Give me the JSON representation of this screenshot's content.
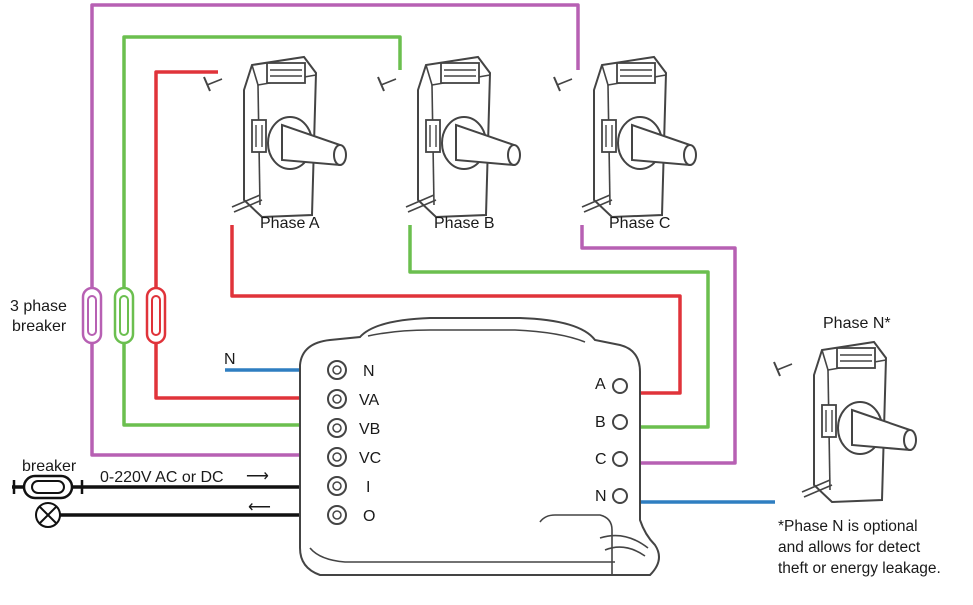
{
  "colors": {
    "purple": "#b760b3",
    "green": "#6bbf4f",
    "red": "#e0333a",
    "blue": "#2f7ec1",
    "black": "#111111",
    "outline": "#444444"
  },
  "ct_labels": {
    "a": "Phase A",
    "b": "Phase B",
    "c": "Phase C",
    "n": "Phase N*"
  },
  "breaker3": {
    "line1": "3 phase",
    "line2": "breaker"
  },
  "n_wire_label": "N",
  "left_terminals": [
    "N",
    "VA",
    "VB",
    "VC",
    "I",
    "O"
  ],
  "right_terminals": [
    "A",
    "B",
    "C",
    "N"
  ],
  "load_breaker_label": "breaker",
  "supply_label": "0-220V AC or DC",
  "arrow_right": "⟶",
  "arrow_left": "⟵",
  "note": {
    "line1": "*Phase N is optional",
    "line2": "and allows for detect",
    "line3": "theft or energy leakage."
  }
}
